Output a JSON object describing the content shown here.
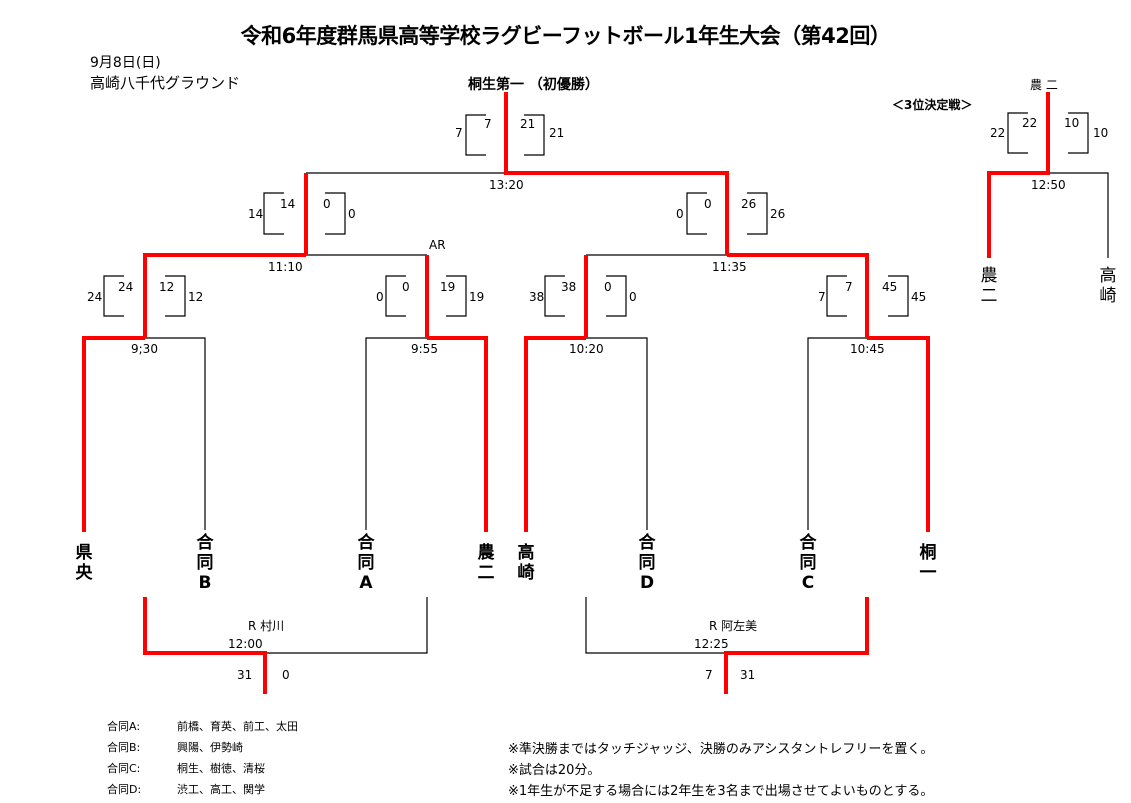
{
  "title": "令和6年度群馬県高等学校ラグビーフットボール1年生大会（第42回）",
  "date": "9月8日(日)",
  "venue": "高崎八千代グラウンド",
  "champion_label": "桐生第一 （初優勝）",
  "third_place": {
    "winner_label": "農 二",
    "heading": "＜3位決定戦＞",
    "time": "12:50",
    "teams": [
      "農二",
      "高崎"
    ],
    "score_left": {
      "half": "22",
      "total": "22"
    },
    "score_right": {
      "half": "10",
      "total": "10"
    }
  },
  "colors": {
    "winner_line": "#ff0000",
    "line": "#000000"
  },
  "teams": [
    {
      "name": "県央",
      "chars": [
        "県",
        "央"
      ]
    },
    {
      "name": "合同B",
      "chars": [
        "合",
        "同",
        "B"
      ]
    },
    {
      "name": "合同A",
      "chars": [
        "合",
        "同",
        "A"
      ]
    },
    {
      "name": "農二",
      "chars": [
        "農",
        "二"
      ]
    },
    {
      "name": "高崎",
      "chars": [
        "高",
        "崎"
      ]
    },
    {
      "name": "合同D",
      "chars": [
        "合",
        "同",
        "D"
      ]
    },
    {
      "name": "合同C",
      "chars": [
        "合",
        "同",
        "C"
      ]
    },
    {
      "name": "桐一",
      "chars": [
        "桐",
        "一"
      ]
    }
  ],
  "round1": [
    {
      "time": "9;30",
      "left": {
        "half": "24",
        "total": "24"
      },
      "right": {
        "half": "12",
        "total": "12"
      }
    },
    {
      "time": "9:55",
      "left": {
        "half": "0",
        "total": "0"
      },
      "right": {
        "half": "19",
        "total": "19"
      }
    },
    {
      "time": "10:20",
      "left": {
        "half": "38",
        "total": "38"
      },
      "right": {
        "half": "0",
        "total": "0"
      }
    },
    {
      "time": "10:45",
      "left": {
        "half": "7",
        "total": "7"
      },
      "right": {
        "half": "45",
        "total": "45"
      }
    }
  ],
  "semifinals": [
    {
      "time": "11:10",
      "note": "AR",
      "left": {
        "half": "14",
        "total": "14"
      },
      "right": {
        "half": "0",
        "total": "0"
      }
    },
    {
      "time": "11:35",
      "left": {
        "half": "0",
        "total": "0"
      },
      "right": {
        "half": "26",
        "total": "26"
      }
    }
  ],
  "final": {
    "time": "13:20",
    "left": {
      "half": "7",
      "total": "7"
    },
    "right": {
      "half": "21",
      "total": "21"
    }
  },
  "consolation": [
    {
      "referee": "R  村川",
      "time": "12:00",
      "left_score": "31",
      "right_score": "0"
    },
    {
      "referee": "R  阿左美",
      "time": "12:25",
      "left_score": "7",
      "right_score": "31"
    }
  ],
  "joint_teams": [
    {
      "label": "合同A:",
      "members": "前橋、育英、前工、太田"
    },
    {
      "label": "合同B:",
      "members": "興陽、伊勢崎"
    },
    {
      "label": "合同C:",
      "members": "桐生、樹徳、清桜"
    },
    {
      "label": "合同D:",
      "members": "渋工、高工、関学"
    }
  ],
  "notes": [
    "※準決勝まではタッチジャッジ、決勝のみアシスタントレフリーを置く。",
    "※試合は20分。",
    "※1年生が不足する場合には2年生を3名まで出場させてよいものとする。"
  ]
}
